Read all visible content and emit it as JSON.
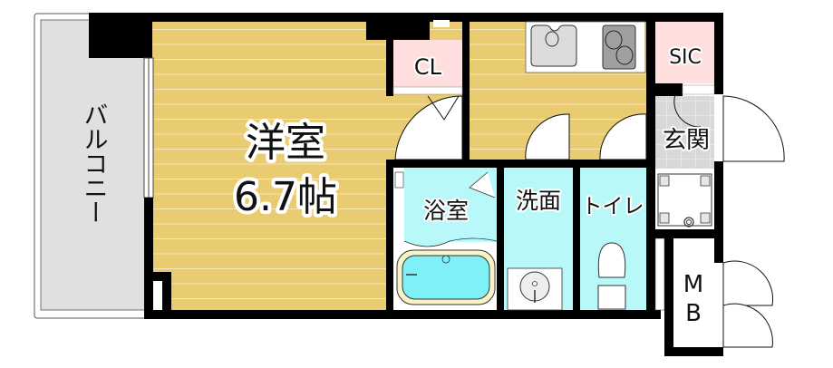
{
  "floorplan": {
    "rooms": {
      "balcony": {
        "label": "バルコニー"
      },
      "western_room": {
        "label": "洋室",
        "size": "6.7帖"
      },
      "closet": {
        "label": "CL"
      },
      "shoe_closet": {
        "label": "SIC"
      },
      "entrance": {
        "label": "玄関"
      },
      "bathroom": {
        "label": "浴室"
      },
      "washroom": {
        "label": "洗面"
      },
      "toilet": {
        "label": "トイレ"
      },
      "meter_box": {
        "label_line1": "M",
        "label_line2": "B"
      }
    },
    "colors": {
      "floor_wood": "#e9cb72",
      "wall": "#000000",
      "balcony": "#e0e0e0",
      "closet_pink": "#ffdede",
      "wet_area": "#b8f8f8",
      "bathtub": "#80f0f8",
      "tile": "#d8d8d8"
    }
  }
}
